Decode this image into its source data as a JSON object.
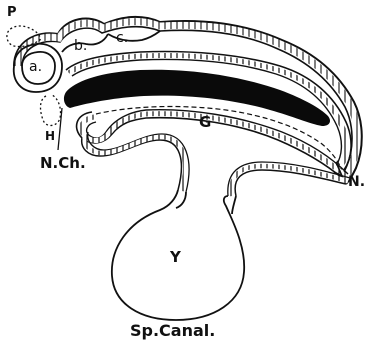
{
  "labels": {
    "p": "P",
    "a": "a.",
    "b": "b.",
    "c": "c.",
    "h": "H",
    "g": "G",
    "nch": "N.Ch.",
    "n": "N.",
    "y": "Y"
  },
  "caption": "Sp.Canal.",
  "colors": {
    "ink": "#111111",
    "paper": "#ffffff",
    "notochord": "#0a0a0a"
  }
}
